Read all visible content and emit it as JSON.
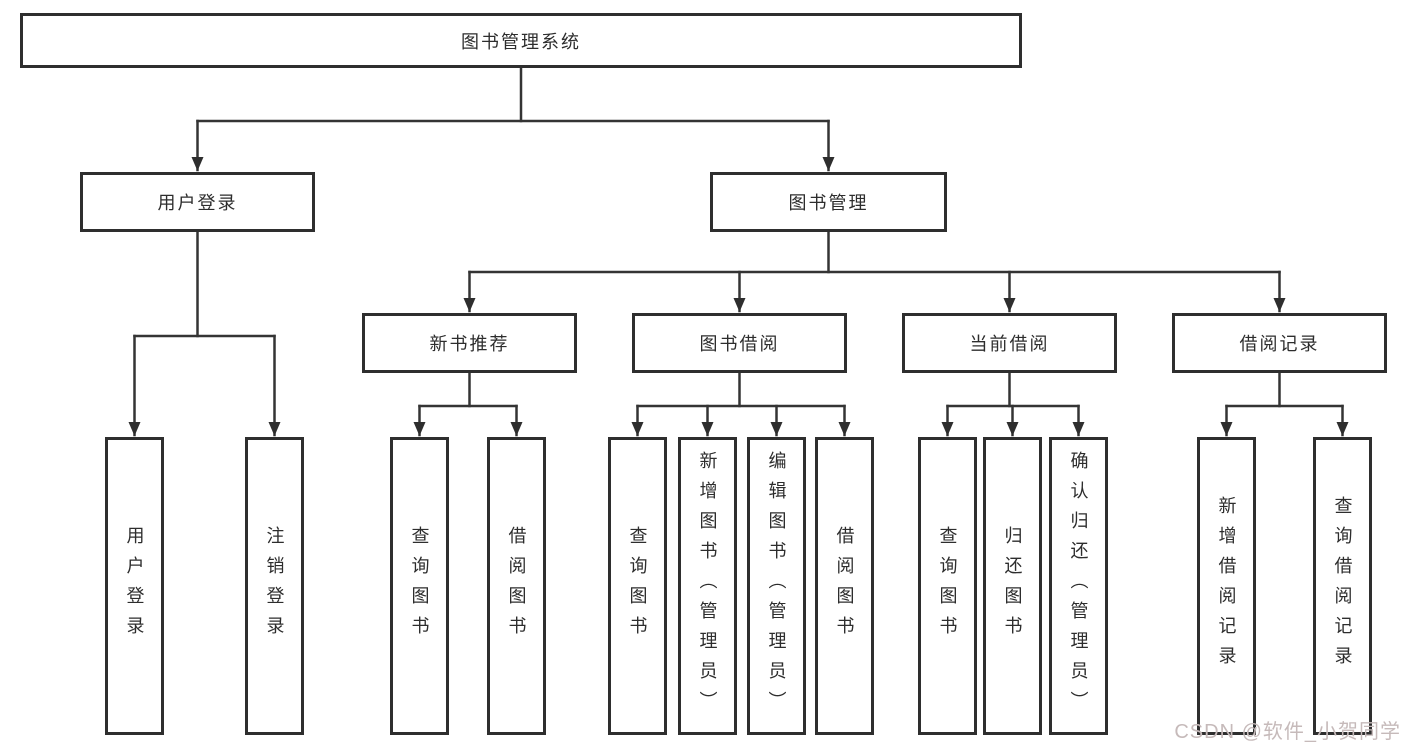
{
  "tree": {
    "label": "图书管理系统",
    "children": [
      {
        "label": "用户登录",
        "children": [
          {
            "label": "用户登录"
          },
          {
            "label": "注销登录"
          }
        ]
      },
      {
        "label": "图书管理",
        "children": [
          {
            "label": "新书推荐",
            "children": [
              {
                "label": "查询图书"
              },
              {
                "label": "借阅图书"
              }
            ]
          },
          {
            "label": "图书借阅",
            "children": [
              {
                "label": "查询图书"
              },
              {
                "label": "新增图书（管理员）"
              },
              {
                "label": "编辑图书（管理员）"
              },
              {
                "label": "借阅图书"
              }
            ]
          },
          {
            "label": "当前借阅",
            "children": [
              {
                "label": "查询图书"
              },
              {
                "label": "归还图书"
              },
              {
                "label": "确认归还（管理员）"
              }
            ]
          },
          {
            "label": "借阅记录",
            "children": [
              {
                "label": "新增借阅记录"
              },
              {
                "label": "查询借阅记录"
              }
            ]
          }
        ]
      }
    ]
  },
  "colors": {
    "line": "#343434",
    "border": "#2e2e2e",
    "watermark": "#c6baba"
  },
  "watermark": {
    "text": "CSDN @软件_小贺同学"
  }
}
